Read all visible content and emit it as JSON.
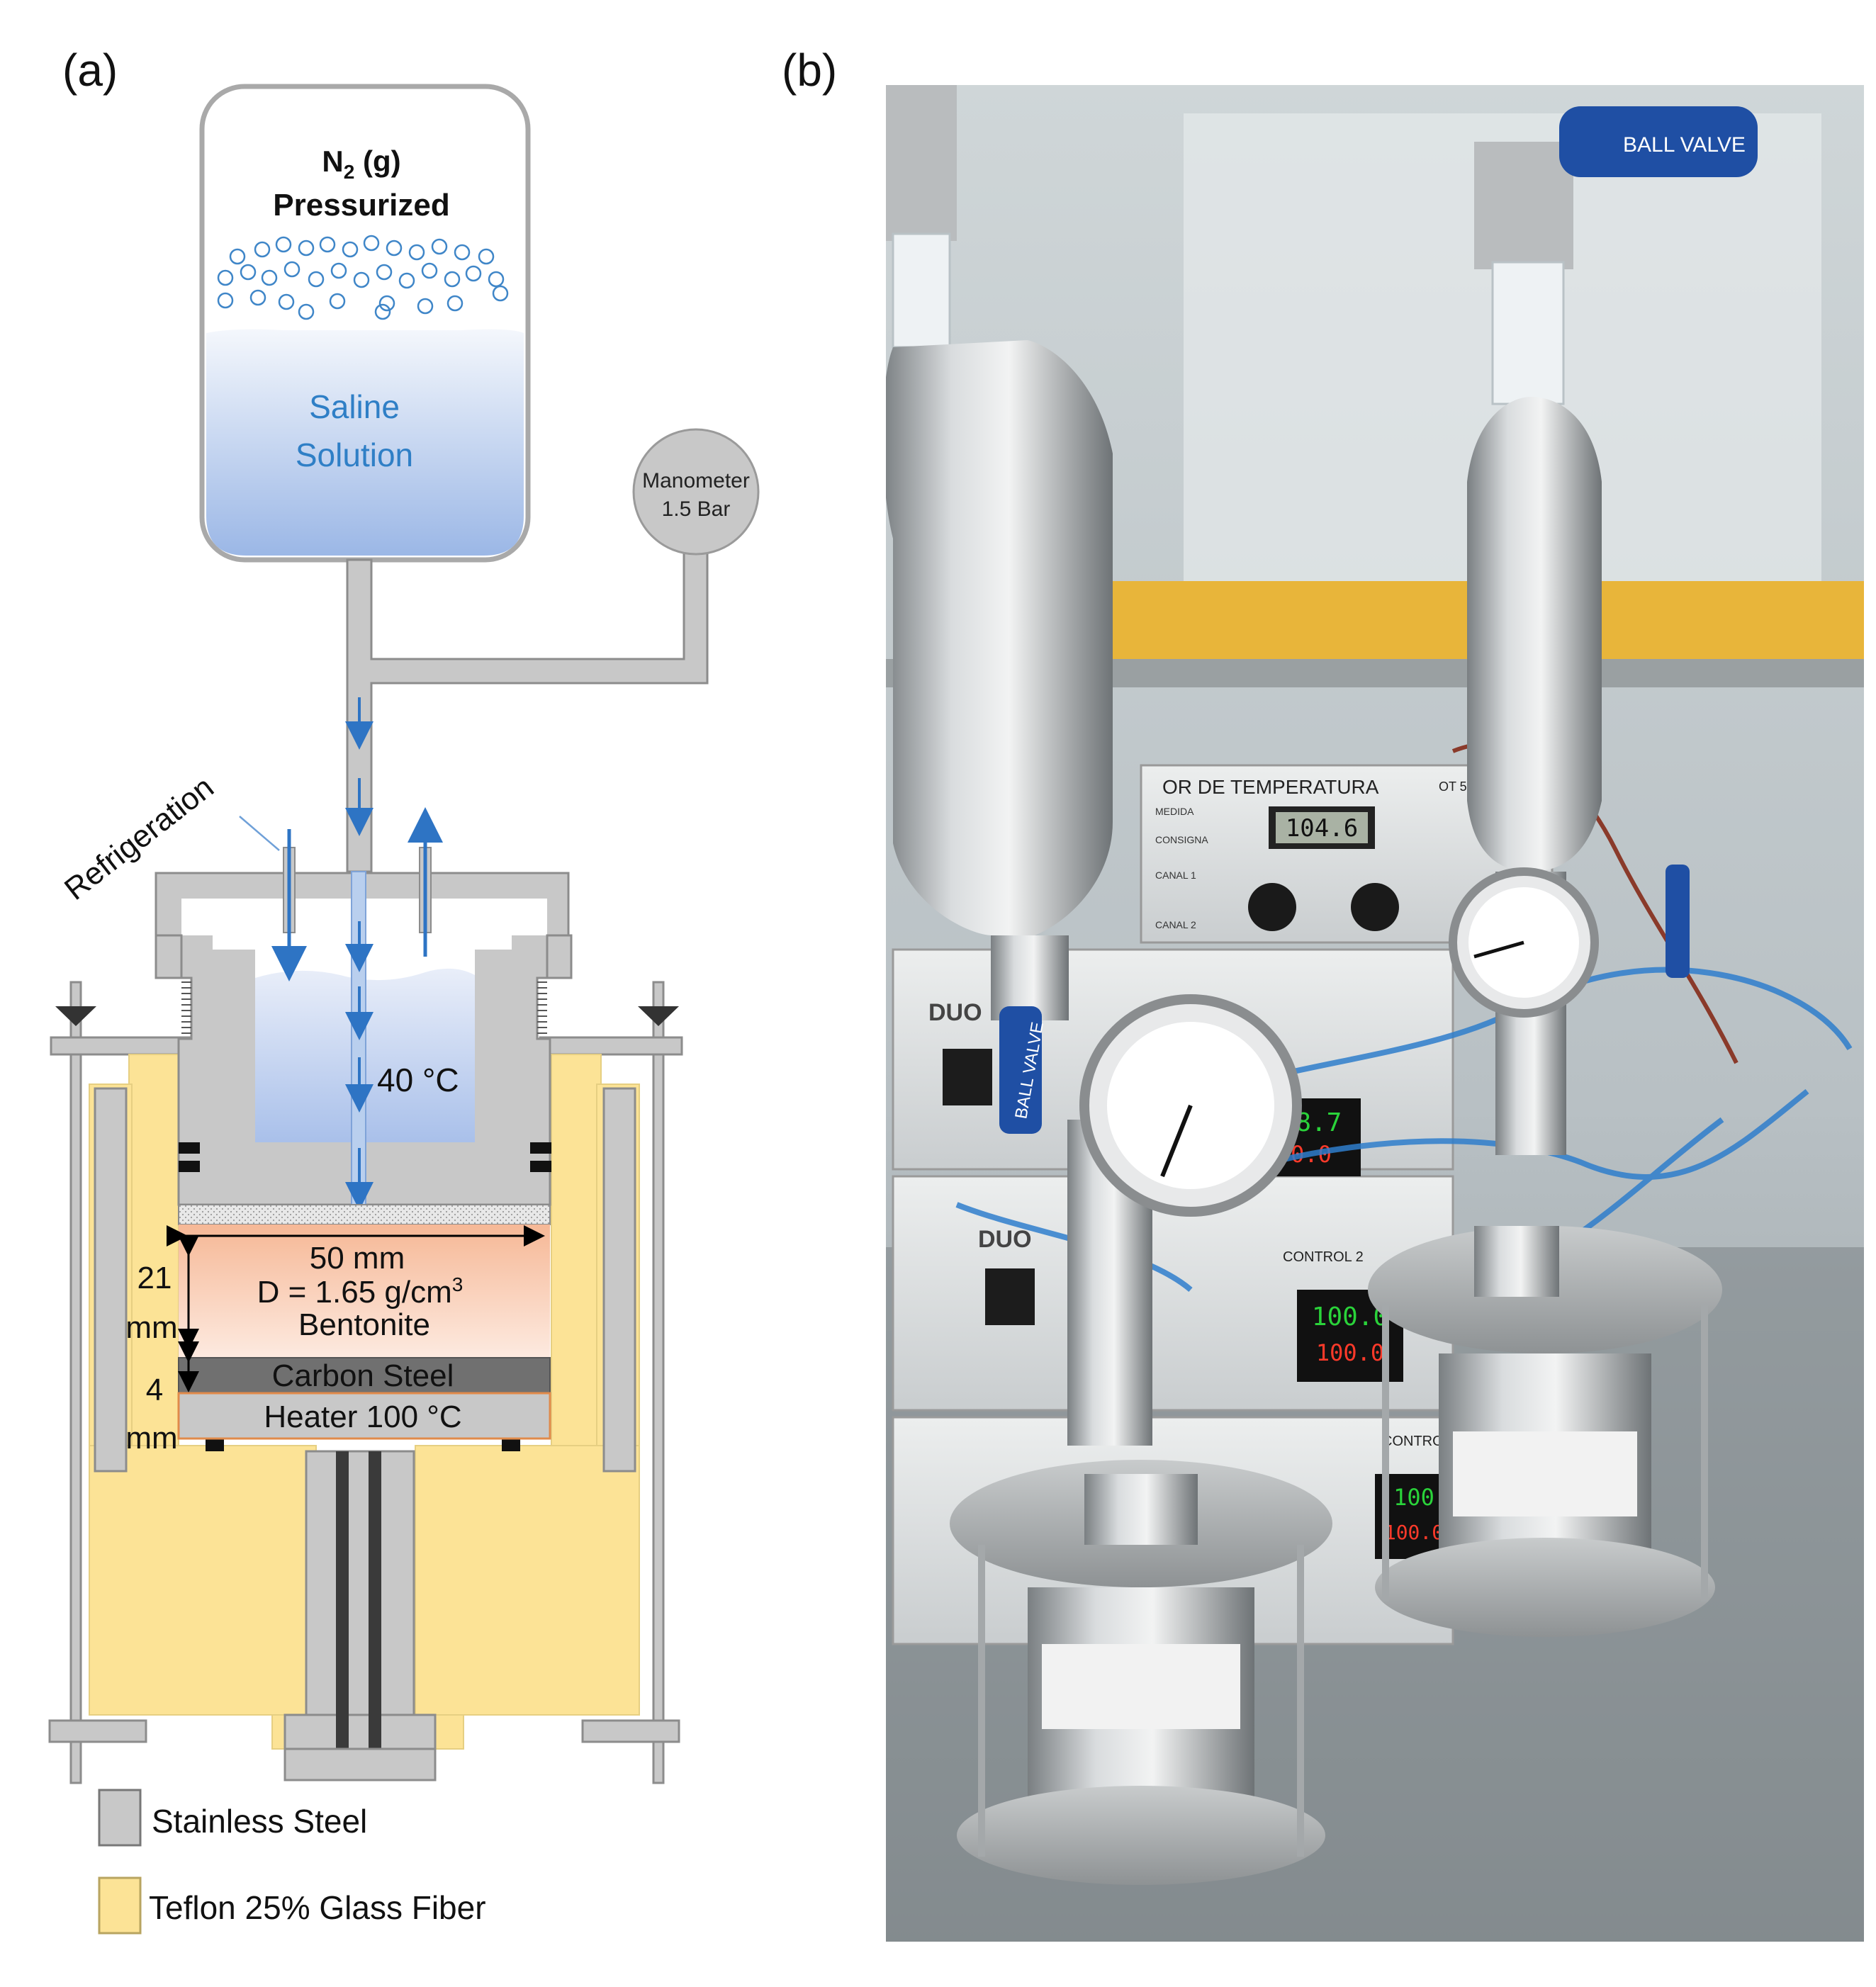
{
  "panels": {
    "a": "(a)",
    "b": "(b)"
  },
  "diagram": {
    "tank": {
      "gas_formula": "N",
      "gas_subscript": "2",
      "gas_state": " (g)",
      "gas_line2": "Pressurized",
      "liquid_line1": "Saline",
      "liquid_line2": "Solution"
    },
    "manometer": {
      "line1": "Manometer",
      "line2": "1.5 Bar"
    },
    "refrigeration": "Refrigeration",
    "water_temp": "40 °C",
    "sample": {
      "diameter": "50 mm",
      "density_main": "D = 1.65 g/cm",
      "density_sup": "3",
      "material": "Bentonite",
      "thickness_value": "21",
      "thickness_unit": "mm"
    },
    "carbon_steel": {
      "label": "Carbon Steel",
      "thickness_value": "4",
      "thickness_unit": "mm"
    },
    "heater": "Heater 100 °C",
    "legend": [
      {
        "label": "Stainless Steel",
        "color": "#c8c8c8"
      },
      {
        "label": "Teflon 25% Glass Fiber",
        "color": "#fce396"
      }
    ]
  },
  "photo": {
    "ball_valve_text": "BALL VALVE",
    "controller_title": "OR DE TEMPERATURA",
    "controller_model": "OT 51.644",
    "controller_display": "104.6",
    "controller_labels": [
      "MEDIDA",
      "CONSIGNA",
      "CANAL 1",
      "CANAL 2"
    ],
    "duo_brand": "DUO",
    "control_labels": [
      "CONTROL 2",
      "CONTROL 2"
    ],
    "display_1_top": "28.7",
    "display_1_bottom": "0.0",
    "display_2_top": "100.0",
    "display_2_bottom": "100.0",
    "display_3_top": "100",
    "display_3_bottom": "100.0"
  },
  "colors": {
    "steel": "#c8c8c8",
    "steel_dark": "#8c8c8c",
    "teflon": "#fce396",
    "water_top": "#f4f7fc",
    "water_bottom": "#9bb7e6",
    "arrow": "#2e74c4",
    "bentonite_top": "#f6b896",
    "bentonite_bottom": "#fdeae0",
    "carbon_steel": "#707070",
    "text_blue": "#2f7fc6"
  }
}
